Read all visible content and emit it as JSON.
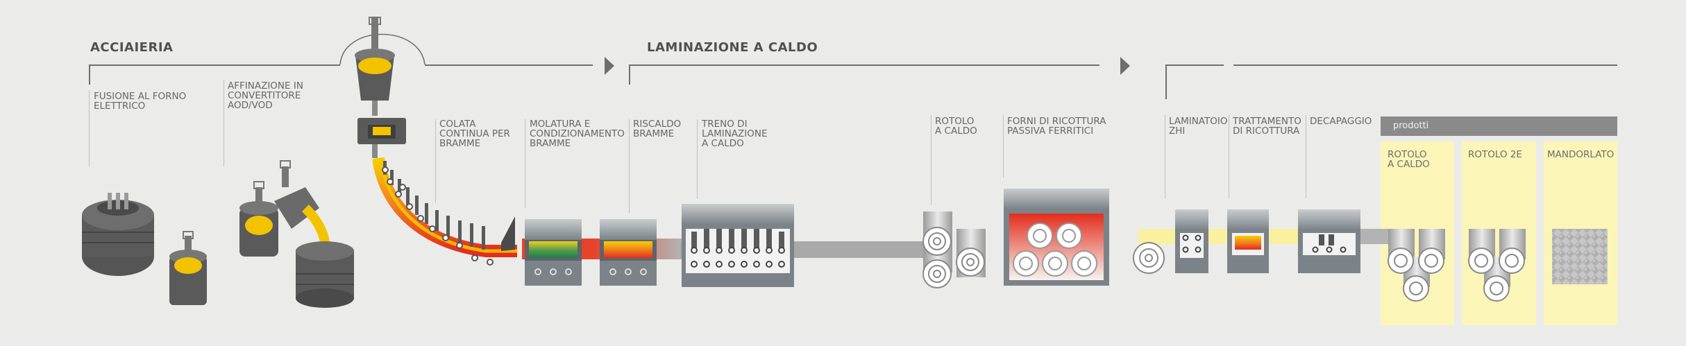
{
  "sections": {
    "steelworks": "ACCIAIERIA",
    "hot_rolling": "LAMINAZIONE A CALDO"
  },
  "steps": {
    "electric_furnace": "FUSIONE AL FORNO\nELETTRICO",
    "aod_refining": "AFFINAZIONE IN\nCONVERTITORE\nAOD/VOD",
    "continuous_casting": "COLATA\nCONTINUA PER\nBRAMME",
    "slab_grinding": "MOLATURA E\nCONDIZIONAMENTO\nBRAMME",
    "slab_reheating": "RISCALDO\nBRAMME",
    "hot_rolling_mill": "TRENO DI\nLAMINAZIONE\nA CALDO",
    "hot_coil": "ROTOLO\nA CALDO",
    "ferritic_annealing": "FORNI DI RICOTTURA\nPASSIVA FERRITICI",
    "zhi_mill": "LAMINATOIO\nZHI",
    "annealing_treatment": "TRATTAMENTO\nDI RICOTTURA",
    "pickling": "DECAPAGGIO"
  },
  "products": {
    "header": "prodotti",
    "items": [
      "ROTOLO\nA CALDO",
      "ROTOLO 2E",
      "MANDORLATO"
    ]
  },
  "colors": {
    "background": "#ebecea",
    "machine_dark": "#5a5a5a",
    "machine_mid": "#7b7b7b",
    "molten": "#f3c300",
    "hot": "#e63b1e",
    "product_bg": "#fbf5b8"
  }
}
